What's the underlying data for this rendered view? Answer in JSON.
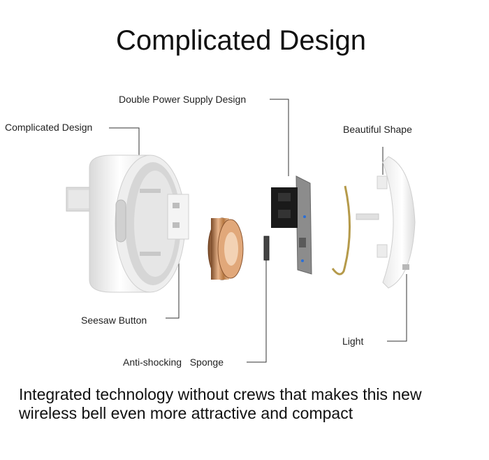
{
  "title": "Complicated Design",
  "labels": {
    "double_power": "Double Power Supply Design",
    "complicated": "Complicated Design",
    "beautiful": "Beautiful Shape",
    "seesaw": "Seesaw Button",
    "sponge": "Anti-shocking   Sponge",
    "light": "Light"
  },
  "caption": {
    "line1": "Integrated technology without crews that makes this new",
    "line2": "wireless bell even more attractive and compact"
  },
  "colors": {
    "housing": "#f2f2f2",
    "copper": "#c98a5a",
    "board": "#8c8c8c",
    "black": "#1a1a1a",
    "spring": "#b59a4a"
  }
}
